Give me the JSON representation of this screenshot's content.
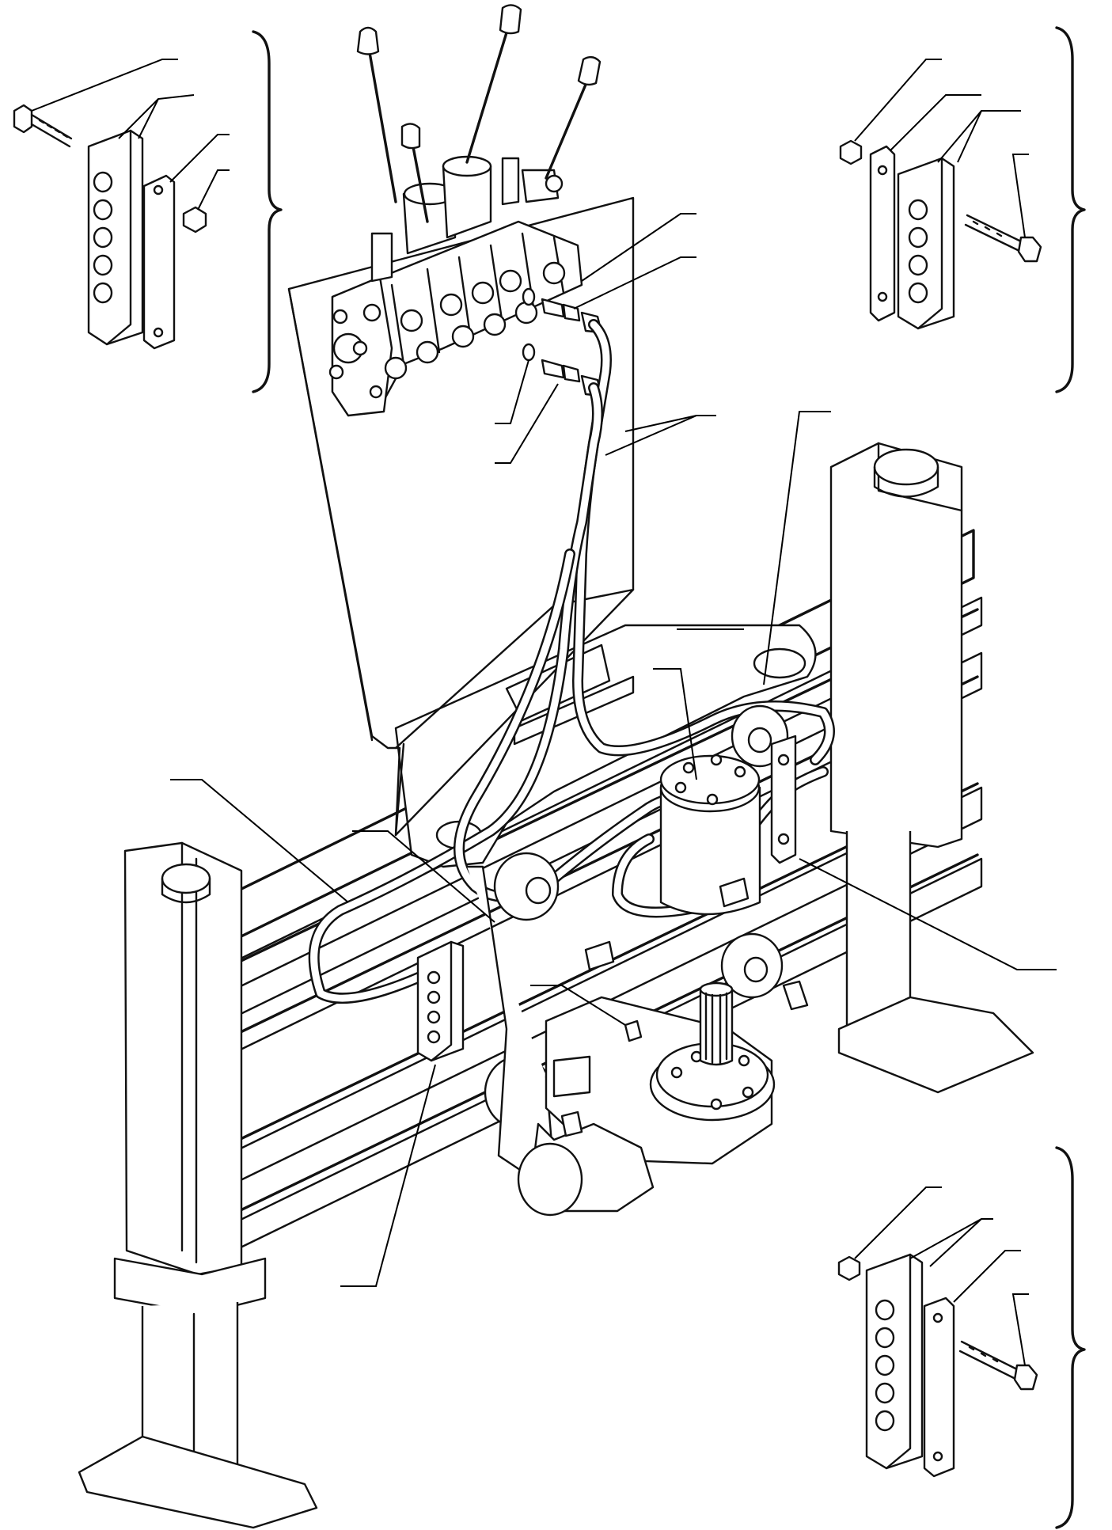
{
  "figure": {
    "description_hidden": "",
    "colors": {
      "line": "#111111",
      "background": "#ffffff"
    },
    "callouts": [
      {
        "name": "leader-top-left-bolt"
      },
      {
        "name": "leader-top-left-block"
      },
      {
        "name": "leader-top-left-plate"
      },
      {
        "name": "leader-top-left-nut"
      },
      {
        "name": "leader-top-right-nut"
      },
      {
        "name": "leader-top-right-plate"
      },
      {
        "name": "leader-top-right-block"
      },
      {
        "name": "leader-top-right-bolt"
      },
      {
        "name": "leader-valve-port-1"
      },
      {
        "name": "leader-valve-port-2"
      },
      {
        "name": "leader-o-ring"
      },
      {
        "name": "leader-adapter"
      },
      {
        "name": "leader-hoses"
      },
      {
        "name": "leader-swing-pin"
      },
      {
        "name": "leader-bracket"
      },
      {
        "name": "leader-swing-cylinder"
      },
      {
        "name": "leader-left-hose"
      },
      {
        "name": "leader-lower-hose"
      },
      {
        "name": "leader-grease-fitting"
      },
      {
        "name": "leader-right-clamp"
      },
      {
        "name": "leader-left-clamp"
      },
      {
        "name": "leader-bottom-right-nut"
      },
      {
        "name": "leader-bottom-right-block"
      },
      {
        "name": "leader-bottom-right-plate"
      },
      {
        "name": "leader-bottom-right-bolt"
      }
    ]
  }
}
